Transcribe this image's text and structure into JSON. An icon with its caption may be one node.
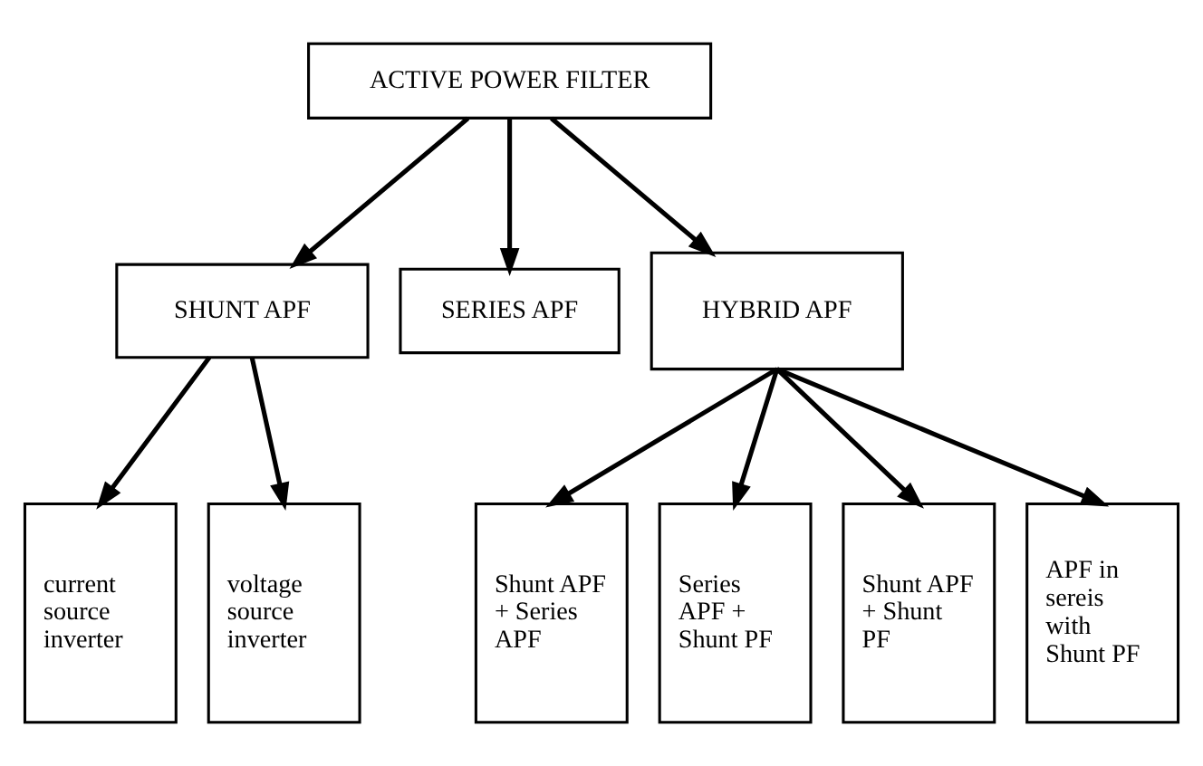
{
  "diagram": {
    "nodes": [
      {
        "text": [
          "ACTIVE POWER FILTER"
        ]
      },
      {
        "text": [
          "SHUNT APF"
        ]
      },
      {
        "text": [
          "SERIES APF"
        ]
      },
      {
        "text": [
          "HYBRID APF"
        ]
      },
      {
        "text": [
          "current source inverter"
        ]
      },
      {
        "text": [
          "voltage source inverter"
        ]
      },
      {
        "text": [
          "Shunt APF + Series APF"
        ]
      },
      {
        "text": [
          "Series APF + Shunt PF"
        ]
      },
      {
        "text": [
          "Shunt APF + Shunt PF"
        ]
      },
      {
        "text": [
          "APF in sereis with Shunt PF"
        ]
      }
    ],
    "edges": [
      {
        "from": 0,
        "to": 1,
        "arrow": "to"
      },
      {
        "from": 0,
        "to": 2,
        "arrow": "to"
      },
      {
        "from": 0,
        "to": 3,
        "arrow": "to"
      },
      {
        "from": 1,
        "to": 4,
        "arrow": "to"
      },
      {
        "from": 1,
        "to": 5,
        "arrow": "to"
      },
      {
        "from": 3,
        "to": 6,
        "arrow": "to"
      },
      {
        "from": 3,
        "to": 7,
        "arrow": "to"
      },
      {
        "from": 3,
        "to": 8,
        "arrow": "to"
      },
      {
        "from": 3,
        "to": 9,
        "arrow": "to"
      }
    ]
  }
}
